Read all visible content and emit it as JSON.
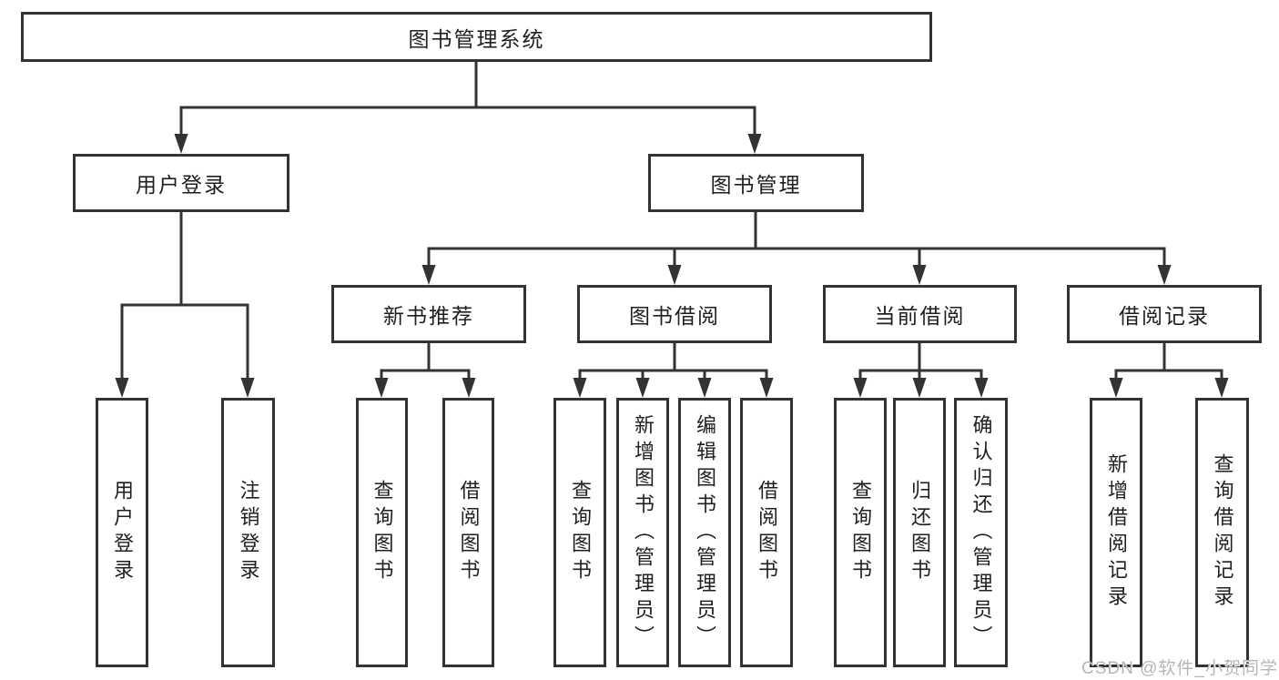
{
  "diagram": {
    "type": "tree",
    "line_color": "#333333",
    "text_color": "#1f1f1f",
    "background_color": "#ffffff",
    "nodes": {
      "root": "图书管理系统",
      "level2": [
        "用户登录",
        "图书管理"
      ],
      "level3": [
        "新书推荐",
        "图书借阅",
        "当前借阅",
        "借阅记录"
      ],
      "leaves": [
        "用户登录",
        "注销登录",
        "查询图书",
        "借阅图书",
        "查询图书",
        "新增图书（管理员）",
        "编辑图书（管理员）",
        "借阅图书",
        "查询图书",
        "归还图书",
        "确认归还（管理员）",
        "新增借阅记录",
        "查询借阅记录"
      ]
    },
    "hierarchy": {
      "图书管理系统": [
        "用户登录",
        "图书管理"
      ],
      "用户登录": [
        "用户登录",
        "注销登录"
      ],
      "图书管理": [
        "新书推荐",
        "图书借阅",
        "当前借阅",
        "借阅记录"
      ],
      "新书推荐": [
        "查询图书",
        "借阅图书"
      ],
      "图书借阅": [
        "查询图书",
        "新增图书（管理员）",
        "编辑图书（管理员）",
        "借阅图书"
      ],
      "当前借阅": [
        "查询图书",
        "归还图书",
        "确认归还（管理员）"
      ],
      "借阅记录": [
        "新增借阅记录",
        "查询借阅记录"
      ]
    },
    "watermark": {
      "text": "CSDN @软件_小贺同学",
      "color": "#b6b6b6"
    }
  }
}
